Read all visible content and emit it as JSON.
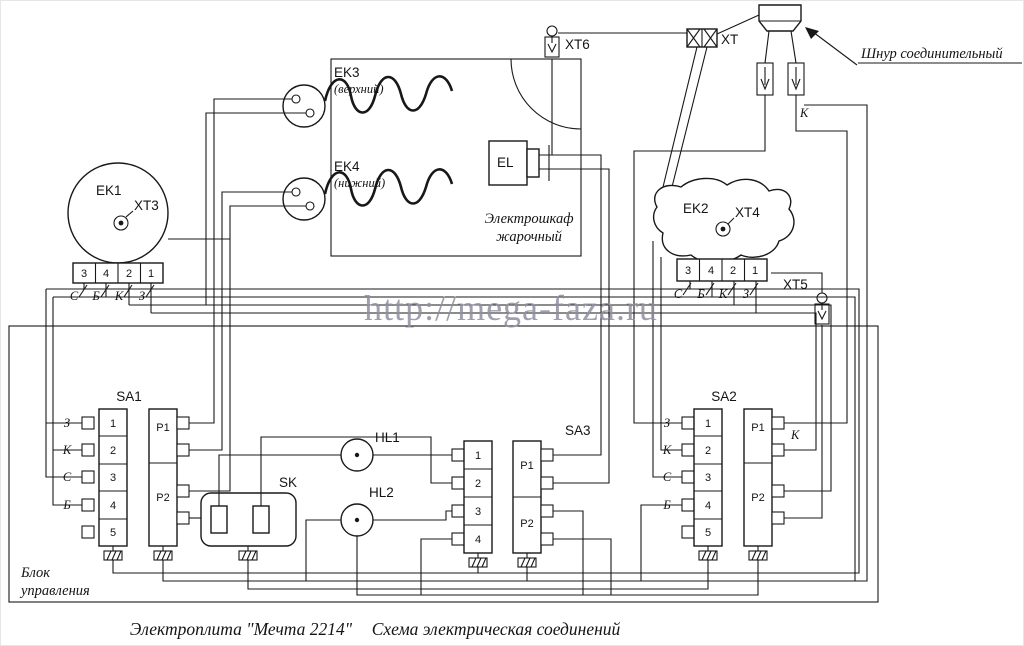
{
  "diagram": {
    "watermark": "http://mega-faza.ru",
    "cord_label": "Шнур соединительный",
    "k_top": "К",
    "k_sa2": "К",
    "oven": {
      "line1": "Электрошкаф",
      "line2": "жарочный"
    },
    "control_block": {
      "line1": "Блок",
      "line2": "управления"
    },
    "captions": {
      "left": "Электроплита \"Мечта 2214\"",
      "right": "Схема электрическая соединений"
    }
  },
  "components": {
    "ek1": {
      "ref": "EK1",
      "connector": "XT3",
      "terminals": [
        "3",
        "4",
        "2",
        "1"
      ],
      "marks": [
        "С",
        "Б",
        "К",
        "З"
      ]
    },
    "ek2": {
      "ref": "EK2",
      "connector": "XT4",
      "terminals": [
        "3",
        "4",
        "2",
        "1"
      ],
      "marks": [
        "С",
        "Б",
        "К",
        "З"
      ]
    },
    "ek3": {
      "ref": "EK3",
      "note": "(верхний)"
    },
    "ek4": {
      "ref": "EK4",
      "note": "(нижний)"
    },
    "el": {
      "ref": "EL"
    },
    "xt": {
      "ref": "XT"
    },
    "xt5": {
      "ref": "XT5"
    },
    "xt6": {
      "ref": "XT6"
    },
    "hl1": {
      "ref": "HL1"
    },
    "hl2": {
      "ref": "HL2"
    },
    "sk": {
      "ref": "SK"
    },
    "sa1": {
      "ref": "SA1",
      "marks": [
        "З",
        "К",
        "С",
        "Б"
      ],
      "terminals": [
        "1",
        "2",
        "3",
        "4",
        "5"
      ],
      "groups": [
        "Р1",
        "Р2"
      ]
    },
    "sa2": {
      "ref": "SA2",
      "marks": [
        "З",
        "К",
        "С",
        "Б"
      ],
      "terminals": [
        "1",
        "2",
        "3",
        "4",
        "5"
      ],
      "groups": [
        "Р1",
        "Р2"
      ]
    },
    "sa3": {
      "ref": "SA3",
      "terminals": [
        "1",
        "2",
        "3",
        "4"
      ],
      "groups": [
        "Р1",
        "Р2"
      ]
    }
  }
}
